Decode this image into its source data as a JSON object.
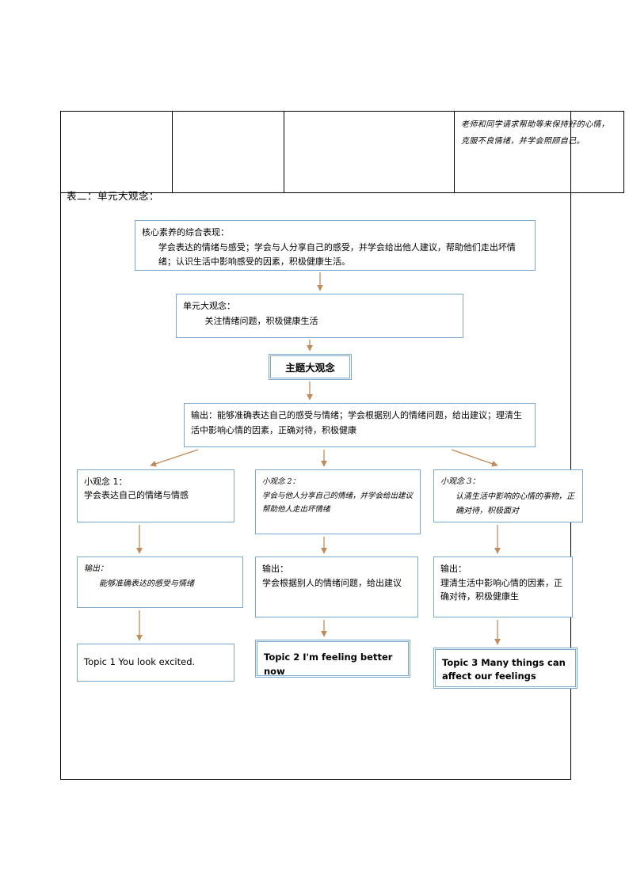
{
  "top_table": {
    "cells": [
      "",
      "",
      "",
      "老师和同学请求帮助等来保持好的心情，克服不良情绪，并学会照顾自己。"
    ]
  },
  "caption": "表二：单元大观念：",
  "flow": {
    "core": {
      "title": "核心素养的综合表现：",
      "body": "学会表达的情绪与感受；学会与人分享自己的感受，并学会给出他人建议，帮助他们走出坏情绪；认识生活中影响感受的因素，积极健康生活。"
    },
    "unit": {
      "title": "单元大观念：",
      "body": "关注情绪问题，积极健康生活"
    },
    "theme": "主题大观念",
    "output_main": {
      "label": "输出：",
      "body": "能够准确表达自己的感受与情绪；学会根据别人的情绪问题，给出建议；理清生活中影响心情的因素，正确对待，积极健康"
    },
    "concepts": [
      {
        "title": "小观念 1：",
        "body": "学会表达自己的情绪与情感"
      },
      {
        "title": "小观念 2：",
        "body": "学会与他人分享自己的情绪，并学会给出建议帮助他人走出坏情绪"
      },
      {
        "title": "小观念 3：",
        "body": "认清生活中影响的心情的事物，正确对待，积极面对"
      }
    ],
    "outputs": [
      {
        "title": "输出：",
        "body": "能够准确表达的感受与情绪"
      },
      {
        "title": "输出：",
        "body": "学会根据别人的情绪问题，给出建议"
      },
      {
        "title": "输出：",
        "body": "理清生活中影响心情的因素，正确对待，积极健康生"
      }
    ],
    "topics": [
      "Topic 1 You look excited.",
      "Topic 2 I'm feeling better now",
      "Topic 3 Many things can affect our feelings"
    ]
  },
  "colors": {
    "box_border": "#7ba7cd",
    "arrow": "#c08a5a",
    "table_border": "#000000"
  }
}
